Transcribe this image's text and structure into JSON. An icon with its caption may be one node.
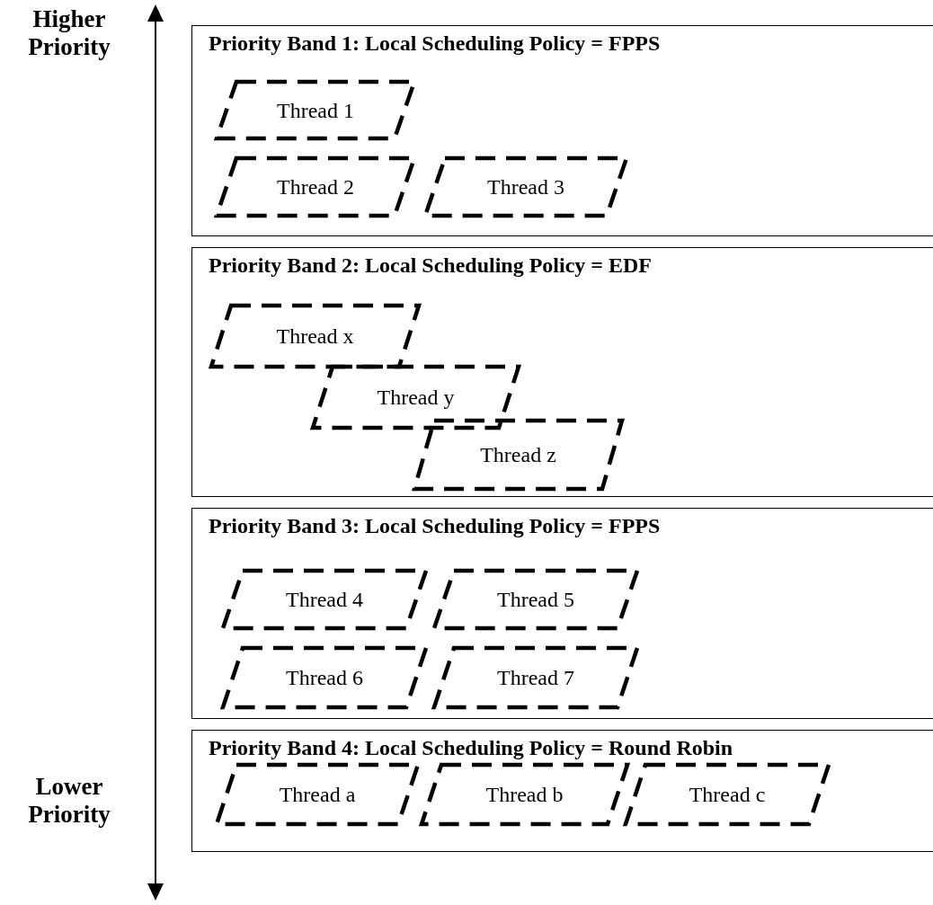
{
  "diagram": {
    "nodes": [
      {
        "text": [
          "Priority Band 1: Local Scheduling Policy = FPPS"
        ]
      },
      {
        "text": [
          "Thread 1"
        ],
        "in": 0
      },
      {
        "text": [
          "Thread 2"
        ],
        "in": 0
      },
      {
        "text": [
          "Thread 3"
        ],
        "in": 0
      },
      {
        "text": [
          "Priority Band 2: Local Scheduling Policy = EDF"
        ]
      },
      {
        "text": [
          "Thread x"
        ],
        "in": 4
      },
      {
        "text": [
          "Thread y"
        ],
        "in": 4
      },
      {
        "text": [
          "Thread z"
        ],
        "in": 4
      },
      {
        "text": [
          "Priority Band 3: Local Scheduling Policy = FPPS"
        ]
      },
      {
        "text": [
          "Thread 4"
        ],
        "in": 8
      },
      {
        "text": [
          "Thread 5"
        ],
        "in": 8
      },
      {
        "text": [
          "Thread 6"
        ],
        "in": 8
      },
      {
        "text": [
          "Thread 7"
        ],
        "in": 8
      },
      {
        "text": [
          "Priority Band 4: Local Scheduling Policy = Round Robin"
        ]
      },
      {
        "text": [
          "Thread a"
        ],
        "in": 13
      },
      {
        "text": [
          "Thread b"
        ],
        "in": 13
      },
      {
        "text": [
          "Thread c"
        ],
        "in": 13
      }
    ],
    "labels": [
      "Higher Priority",
      "Lower Priority"
    ]
  }
}
